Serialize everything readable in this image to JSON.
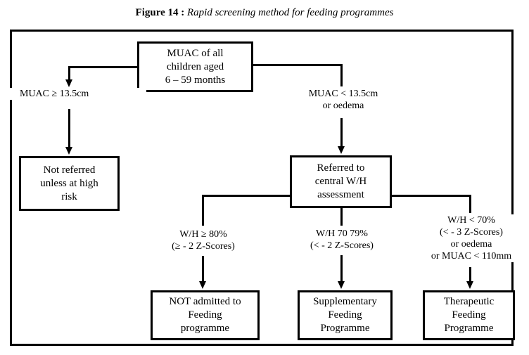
{
  "figure": {
    "title_label": "Figure 14 :",
    "title_text": "Rapid screening method for feeding programmes"
  },
  "nodes": {
    "muac_all": {
      "line1": "MUAC of all",
      "line2": "children aged",
      "line3": "6 – 59 months"
    },
    "not_referred": {
      "line1": "Not referred",
      "line2": "unless at high",
      "line3": "risk"
    },
    "referred": {
      "line1": "Referred to",
      "line2": "central W/H",
      "line3": "assessment"
    },
    "not_admitted": {
      "line1": "NOT admitted to",
      "line2": "Feeding",
      "line3": "programme"
    },
    "supplementary": {
      "line1": "Supplementary",
      "line2": "Feeding",
      "line3": "Programme"
    },
    "therapeutic": {
      "line1": "Therapeutic",
      "line2": "Feeding",
      "line3": "Programme"
    }
  },
  "edges": {
    "muac_ge": {
      "line1": "MUAC ≥ 13.5cm"
    },
    "muac_lt": {
      "line1": "MUAC < 13.5cm",
      "line2": "or oedema"
    },
    "wh_ge80": {
      "line1": "W/H ≥ 80%",
      "line2": "(≥ - 2 Z-Scores)"
    },
    "wh_70_79": {
      "line1": "W/H 70   79%",
      "line2": "(< - 2 Z-Scores)"
    },
    "wh_lt70": {
      "line1": "W/H < 70%",
      "line2": "(< - 3 Z-Scores)",
      "line3": "or oedema",
      "line4": "or MUAC < 110mm"
    }
  },
  "chart_data": {
    "type": "diagram",
    "title": "Figure 14 : Rapid screening method for feeding programmes",
    "nodes": [
      {
        "id": "muac_all",
        "label": "MUAC of all children aged 6 – 59 months",
        "level": 0
      },
      {
        "id": "not_referred",
        "label": "Not referred unless at high risk",
        "level": 1
      },
      {
        "id": "referred",
        "label": "Referred to central W/H assessment",
        "level": 1
      },
      {
        "id": "not_admitted",
        "label": "NOT admitted to Feeding programme",
        "level": 2
      },
      {
        "id": "supplementary",
        "label": "Supplementary Feeding Programme",
        "level": 2
      },
      {
        "id": "therapeutic",
        "label": "Therapeutic Feeding Programme",
        "level": 2
      }
    ],
    "edges": [
      {
        "from": "muac_all",
        "to": "not_referred",
        "label": "MUAC ≥ 13.5cm"
      },
      {
        "from": "muac_all",
        "to": "referred",
        "label": "MUAC < 13.5cm or oedema"
      },
      {
        "from": "referred",
        "to": "not_admitted",
        "label": "W/H ≥ 80% (≥ - 2 Z-Scores)"
      },
      {
        "from": "referred",
        "to": "supplementary",
        "label": "W/H 70   79% (< - 2 Z-Scores)"
      },
      {
        "from": "referred",
        "to": "therapeutic",
        "label": "W/H < 70% (< - 3 Z-Scores) or oedema or MUAC < 110mm"
      }
    ],
    "colors": {
      "line": "#000000",
      "background": "#ffffff",
      "text": "#000000"
    }
  }
}
